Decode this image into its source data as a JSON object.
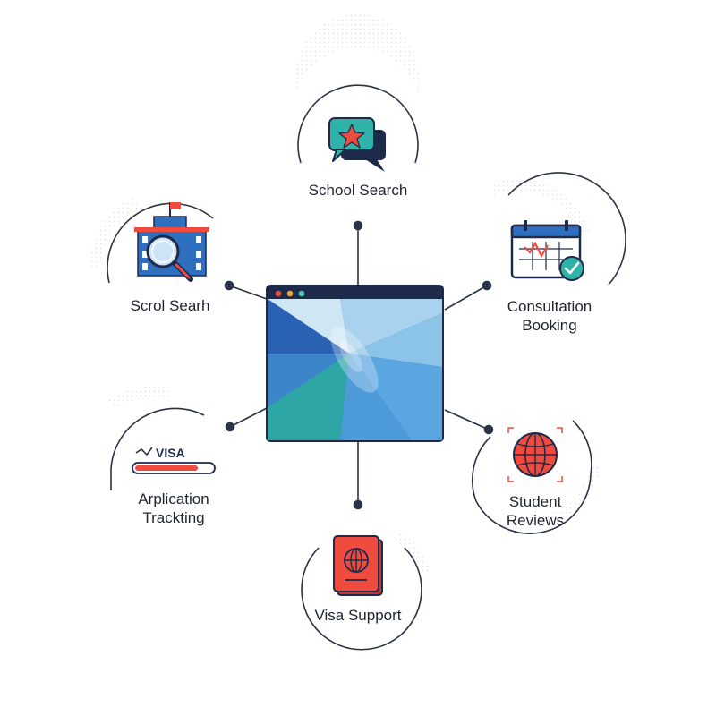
{
  "hub": {
    "name": "Browser window",
    "window_dots": [
      "#ef4b3f",
      "#f2a33a",
      "#44c7b5"
    ],
    "colors": {
      "titlebar": "#1e2a4a",
      "panel_dark": "#2f6fc0",
      "panel_mid": "#5aa6e0",
      "panel_light": "#a9d2ee",
      "panel_teal": "#2fa6a6",
      "panel_pale": "#cfe6f5"
    }
  },
  "nodes": [
    {
      "id": "top",
      "icon": "star-speech-bubble-icon",
      "label_lines": [
        "School Search"
      ]
    },
    {
      "id": "upper-left",
      "icon": "school-building-magnifier-icon",
      "label_lines": [
        "Scrol Searh"
      ]
    },
    {
      "id": "upper-right",
      "icon": "calendar-checkmark-icon",
      "label_lines": [
        "Consultation",
        "Booking"
      ]
    },
    {
      "id": "lower-left",
      "icon": "visa-progress-bar-icon",
      "icon_text": "VISA",
      "label_lines": [
        "Arplication",
        "Trackting"
      ]
    },
    {
      "id": "lower-right",
      "icon": "globe-arrows-icon",
      "label_lines": [
        "Student",
        "Reviews"
      ]
    },
    {
      "id": "bottom",
      "icon": "passport-icon",
      "label_lines": [
        "Visa Support"
      ]
    }
  ],
  "colors": {
    "connector": "#2b3245",
    "ring": "#2b3245",
    "accent_red": "#ef4b3f",
    "accent_teal": "#2fb3a8",
    "accent_blue": "#2f6fc0",
    "navy": "#1e2a4a"
  }
}
